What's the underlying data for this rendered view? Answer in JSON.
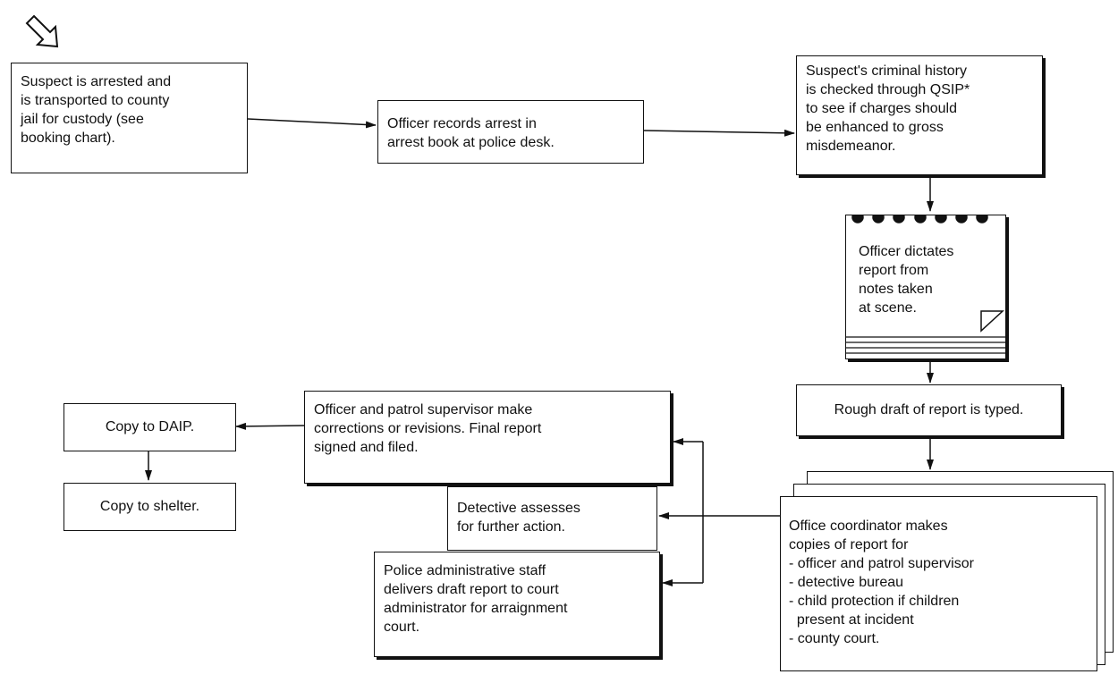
{
  "start_marker": "arrow-outline-icon",
  "steps": {
    "arrest": [
      "Suspect is arrested and",
      "is transported to county",
      "jail for custody (see",
      "booking chart)."
    ],
    "record": [
      "Officer records arrest in",
      "arrest book at police desk."
    ],
    "history": [
      "Suspect's criminal history",
      "is checked through QSIP*",
      "to see if charges should",
      "be enhanced to gross",
      "misdemeanor."
    ],
    "dictate": [
      "Officer dictates",
      "report from",
      "notes taken",
      "at scene."
    ],
    "rough_draft": [
      "Rough draft of report is typed."
    ],
    "copies": [
      "Office coordinator makes",
      "copies of report for",
      "- officer and patrol supervisor",
      "- detective bureau",
      "- child protection if children",
      "  present at incident",
      "- county court."
    ],
    "corrections": [
      "Officer and patrol supervisor make",
      "corrections or revisions.  Final report",
      "signed and filed."
    ],
    "detective": [
      "Detective assesses",
      "for further action."
    ],
    "admin": [
      "Police administrative staff",
      "delivers draft report to court",
      "administrator for arraignment",
      "court."
    ],
    "copy_daip": [
      "Copy to DAIP."
    ],
    "copy_shelter": [
      "Copy to shelter."
    ]
  }
}
